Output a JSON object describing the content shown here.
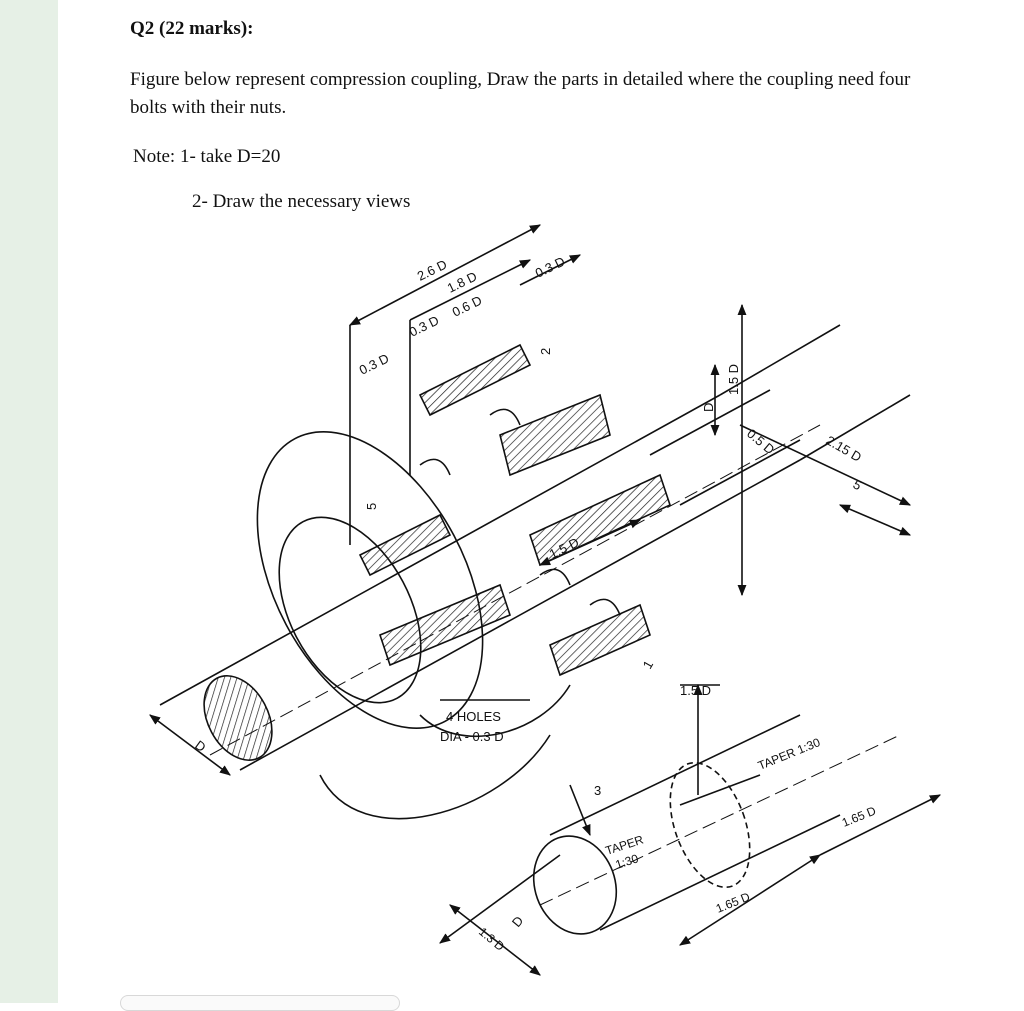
{
  "question": {
    "title": "Q2 (22 marks):",
    "body": "Figure below represent compression coupling, Draw the parts in detailed where the coupling need four bolts with their nuts.",
    "note1": "Note: 1- take D=20",
    "note2": "2- Draw the necessary views"
  },
  "drawing": {
    "labels": {
      "dim_2_6D": "2.6 D",
      "dim_1_8D": "1.8 D",
      "dim_0_3D_top": "0.3 D",
      "dim_0_6D": "0.6 D",
      "dim_0_3D_a": "0.3 D",
      "dim_0_3D_b": "0.3 D",
      "dim_2": "2",
      "dim_5_left": "5",
      "dim_D_vert": "D",
      "dim_1_5D_vert": "1.5 D",
      "dim_0_5D": "0.5 D",
      "dim_2_15D": "2.15 D",
      "dim_5_right": "5",
      "dim_1_5D_mid": "1.5 D",
      "dim_1": "1",
      "holes_line1": "4 HOLES",
      "holes_line2": "DIA - 0.3 D",
      "dim_D_shaft": "D",
      "dim_1_5D_sleeve": "1.5 D",
      "dim_3": "3",
      "taper_1_30": "TAPER 1:30",
      "taper_left_1": "TAPER",
      "taper_left_2": "1:30",
      "dim_1_65D_a": "1.65 D",
      "dim_1_65D_b": "1.65 D",
      "dim_D_sleeve": "D",
      "dim_1_3D": "1.3 D"
    }
  }
}
